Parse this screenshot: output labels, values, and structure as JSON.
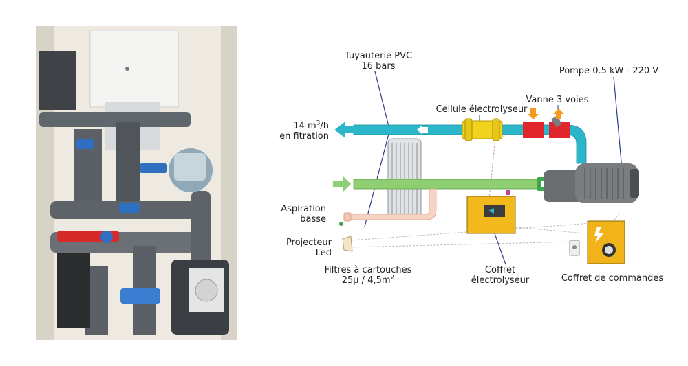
{
  "diagram": {
    "labels": {
      "pvc_line1": "Tuyauterie PVC",
      "pvc_line2": "16 bars",
      "pump": "Pompe 0.5 kW - 220 V",
      "valve": "Vanne 3 voies",
      "cell": "Cellule électrolyseur",
      "flow_pre": "14 m",
      "flow_sup": "3",
      "flow_post": "/h",
      "flow_line2": "en fitration",
      "suction_line1": "Aspiration",
      "suction_line2": "basse",
      "projector_line1": "Projecteur",
      "projector_line2": "Led",
      "filters_line1": "Filtres à cartouches",
      "filters_line2_pre": "25µ / 4,5m",
      "filters_line2_sup": "2",
      "electro_box_line1": "Coffret",
      "electro_box_line2": "électrolyseur",
      "control_box": "Coffret de commandes"
    },
    "colors": {
      "pvc_pipe": "#2bb7c9",
      "suction_pipe": "#8fce72",
      "valve": "#e0262c",
      "cell": "#f2d21c",
      "electro_box": "#f3b81c",
      "control_box": "#f0b31a",
      "pump": "#6b6e70",
      "arrow_up": "#f39a1f"
    }
  }
}
